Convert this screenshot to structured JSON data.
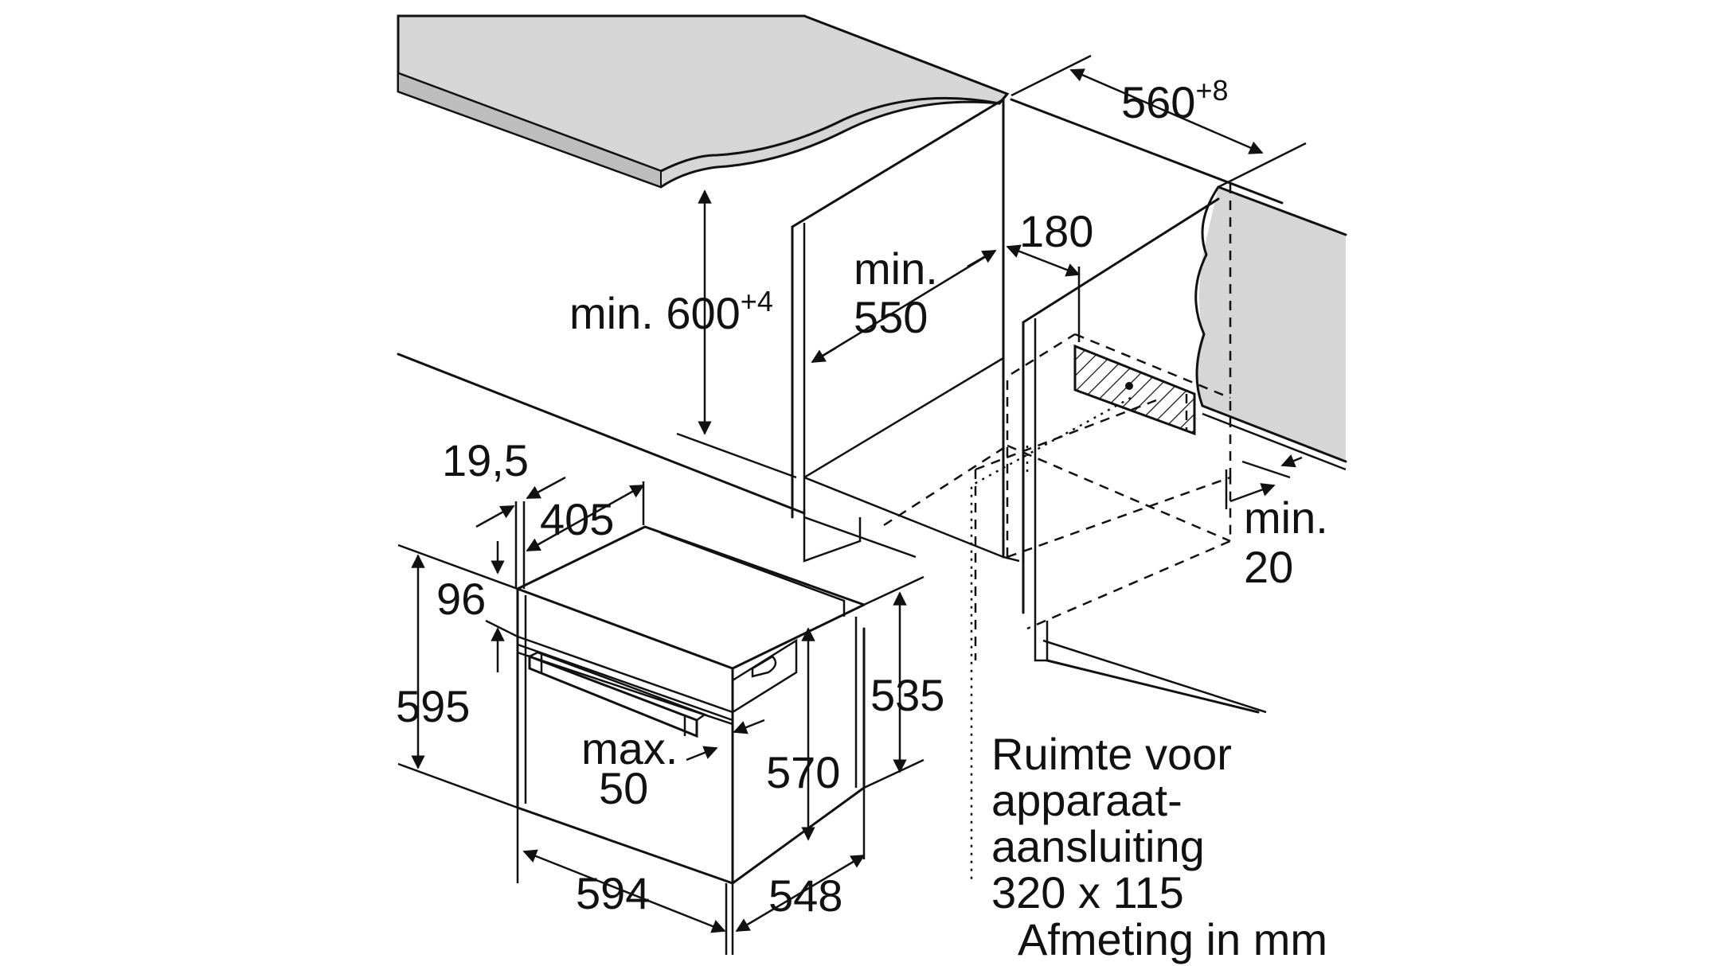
{
  "dimensions": {
    "cabinet_width": "560",
    "cabinet_width_tolerance": "+8",
    "niche_height_prefix": "min. 600",
    "niche_height_tolerance": "+4",
    "niche_depth_line1": "min.",
    "niche_depth_line2": "550",
    "vent_depth": "180",
    "min_gap_line1": "min.",
    "min_gap_line2": "20",
    "front_offset": "19,5",
    "top_depth": "405",
    "top_height": "96",
    "total_height": "595",
    "cavity_depth": "535",
    "front_height": "570",
    "handle_line1": "max.",
    "handle_line2": "50",
    "width": "594",
    "depth": "548"
  },
  "note": {
    "line1": "Ruimte voor",
    "line2": "apparaat-",
    "line3": "aansluiting",
    "line4": "320 x 115"
  },
  "units_label": "Afmeting in mm"
}
